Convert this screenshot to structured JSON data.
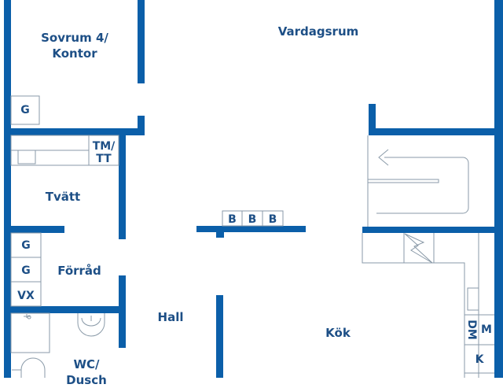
{
  "floorplan": {
    "colors": {
      "wall": "#0b5fa9",
      "label": "#1d4f86",
      "fixture_line": "#8a9aa8",
      "background": "#ffffff"
    },
    "rooms": {
      "sovrum": {
        "line1": "Sovrum 4/",
        "line2": "Kontor"
      },
      "vardagsrum": "Vardagsrum",
      "tvatt": "Tvätt",
      "forrad": "Förråd",
      "hall": "Hall",
      "wc": {
        "line1": "WC/",
        "line2": "Dusch"
      },
      "kok": "Kök"
    },
    "fixtures": {
      "sovrum_wardrobe": "G",
      "tvatt_machine": {
        "line1": "TM/",
        "line2": "TT"
      },
      "hall_wardrobes": [
        "B",
        "B",
        "B"
      ],
      "forrad_cabinets": [
        "G",
        "G",
        "VX"
      ],
      "kitchen_dishwasher": "DM",
      "kitchen_microwave": "M",
      "kitchen_fridge": "K"
    }
  }
}
